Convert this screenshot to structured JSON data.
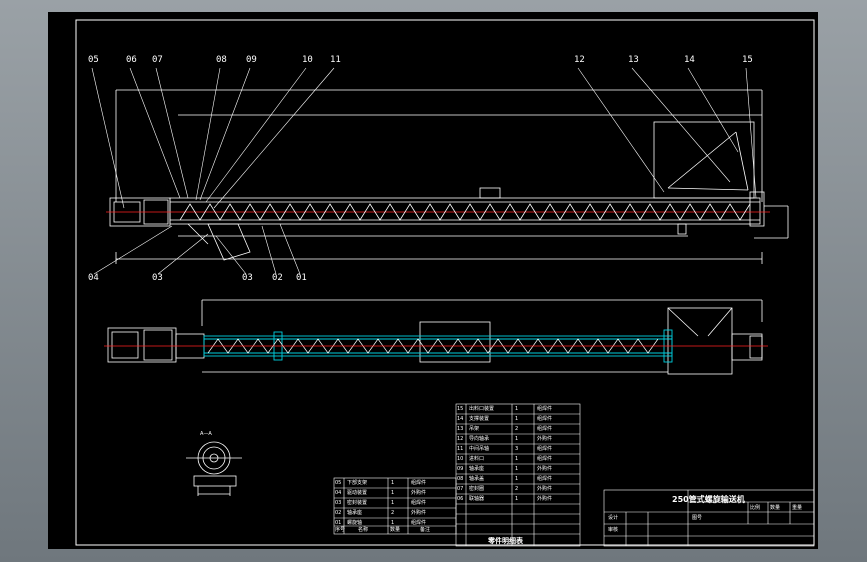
{
  "colors": {
    "background": "#000000",
    "frame": "#ffffff",
    "auger_flight": "#ffffff",
    "centerline": "#ff2020",
    "plan_tube": "#00d0e0",
    "viewport_gray": "#8c949a"
  },
  "drawing": {
    "part_numbers_top": [
      "05",
      "06",
      "07",
      "08",
      "09",
      "10",
      "11",
      "12",
      "13",
      "14",
      "15"
    ],
    "part_numbers_bottom": [
      "04",
      "03",
      "03",
      "02",
      "01"
    ],
    "title": "250管式螺旋输送机",
    "parts_list_title": "零件明细表",
    "title_block_labels": [
      "设计",
      "审核",
      "比例",
      "数量",
      "重量",
      "图号"
    ],
    "section_label": "A—A"
  },
  "parts_table": {
    "left_rows": [
      [
        "05",
        "下部支架",
        "1",
        "组焊件"
      ],
      [
        "04",
        "驱动装置",
        "1",
        "外购件"
      ],
      [
        "03",
        "密封装置",
        "1",
        "组焊件"
      ],
      [
        "02",
        "轴承座",
        "2",
        "外购件"
      ],
      [
        "01",
        "螺旋轴",
        "1",
        "组焊件"
      ]
    ],
    "right_rows": [
      [
        "15",
        "出料口装置",
        "1",
        "组焊件"
      ],
      [
        "14",
        "支撑装置",
        "1",
        "组焊件"
      ],
      [
        "13",
        "吊架",
        "2",
        "组焊件"
      ],
      [
        "12",
        "导向轴承",
        "1",
        "外购件"
      ],
      [
        "11",
        "中间吊轴",
        "3",
        "组焊件"
      ],
      [
        "10",
        "进料口",
        "1",
        "组焊件"
      ],
      [
        "09",
        "轴承座",
        "1",
        "外购件"
      ],
      [
        "08",
        "轴承盖",
        "1",
        "组焊件"
      ],
      [
        "07",
        "密封圈",
        "2",
        "外购件"
      ],
      [
        "06",
        "联轴器",
        "1",
        "外购件"
      ]
    ],
    "header": [
      "序号",
      "名称",
      "数量",
      "备注"
    ]
  }
}
